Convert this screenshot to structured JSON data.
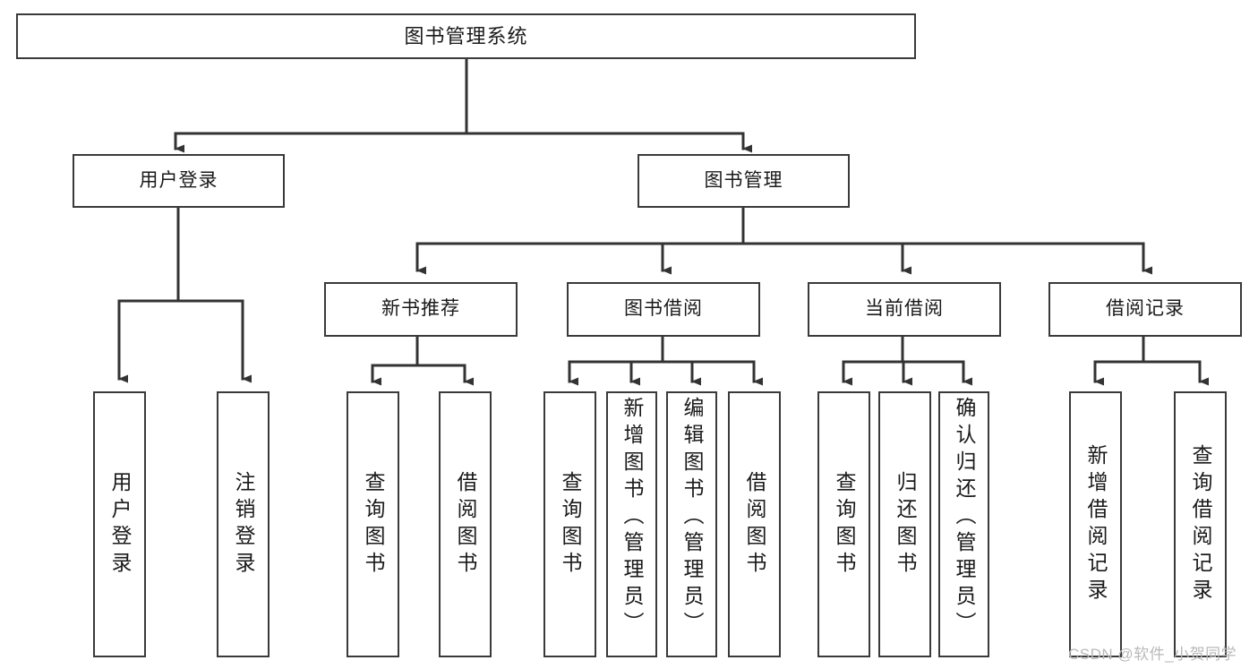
{
  "diagram": {
    "title": "图书管理系统",
    "type": "tree",
    "colors": {
      "box_border": "#3a3a3a",
      "box_fill": "#ffffff",
      "connector": "#333333",
      "text": "#1a1a1a",
      "watermark": "#b9b9b9",
      "canvas": "#ffffff"
    },
    "root": {
      "id": "root",
      "label": "图书管理系统"
    },
    "level2": [
      {
        "id": "user-login",
        "label": "用户登录"
      },
      {
        "id": "book-management",
        "label": "图书管理"
      }
    ],
    "level3": [
      {
        "id": "new-book-recommend",
        "label": "新书推荐",
        "parent": "book-management"
      },
      {
        "id": "book-borrow",
        "label": "图书借阅",
        "parent": "book-management"
      },
      {
        "id": "current-borrow",
        "label": "当前借阅",
        "parent": "book-management"
      },
      {
        "id": "borrow-record",
        "label": "借阅记录",
        "parent": "book-management"
      }
    ],
    "leaves": [
      {
        "id": "leaf-user-login",
        "label": "用户登录",
        "parent": "user-login"
      },
      {
        "id": "leaf-logout-login",
        "label": "注销登录",
        "parent": "user-login"
      },
      {
        "id": "leaf-query-book-1",
        "label": "查询图书",
        "parent": "new-book-recommend"
      },
      {
        "id": "leaf-borrow-book-1",
        "label": "借阅图书",
        "parent": "new-book-recommend"
      },
      {
        "id": "leaf-query-book-2",
        "label": "查询图书",
        "parent": "book-borrow"
      },
      {
        "id": "leaf-add-book-admin",
        "label": "新增图书（管理员）",
        "parent": "book-borrow"
      },
      {
        "id": "leaf-edit-book-admin",
        "label": "编辑图书（管理员）",
        "parent": "book-borrow"
      },
      {
        "id": "leaf-borrow-book-2",
        "label": "借阅图书",
        "parent": "book-borrow"
      },
      {
        "id": "leaf-query-book-3",
        "label": "查询图书",
        "parent": "current-borrow"
      },
      {
        "id": "leaf-return-book",
        "label": "归还图书",
        "parent": "current-borrow"
      },
      {
        "id": "leaf-confirm-return-admin",
        "label": "确认归还（管理员）",
        "parent": "current-borrow"
      },
      {
        "id": "leaf-add-borrow-record",
        "label": "新增借阅记录",
        "parent": "borrow-record"
      },
      {
        "id": "leaf-query-borrow-record",
        "label": "查询借阅记录",
        "parent": "borrow-record"
      }
    ]
  },
  "watermark": {
    "text": "CSDN @软件_小贺同学"
  }
}
